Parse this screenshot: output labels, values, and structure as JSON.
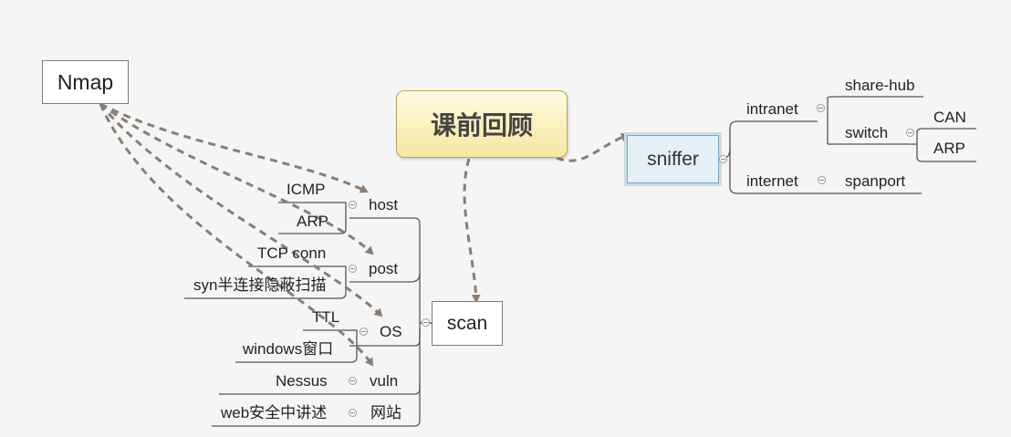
{
  "central_topic": "课前回顾",
  "floating_topic": "Nmap",
  "sniffer": {
    "label": "sniffer",
    "intranet": {
      "label": "intranet",
      "children": [
        "share-hub",
        "switch"
      ],
      "switch_children": [
        "CAN",
        "ARP"
      ]
    },
    "internet": {
      "label": "internet",
      "children": [
        "spanport"
      ]
    }
  },
  "scan": {
    "label": "scan",
    "host": {
      "label": "host",
      "children": [
        "ICMP",
        "ARP"
      ]
    },
    "post": {
      "label": "post",
      "children": [
        "TCP conn",
        "syn半连接隐蔽扫描"
      ]
    },
    "os": {
      "label": "OS",
      "children": [
        "TTL",
        "windows窗口"
      ]
    },
    "vuln": {
      "label": "vuln",
      "children": [
        "Nessus"
      ]
    },
    "site": {
      "label": "网站",
      "children": [
        "web安全中讲述"
      ]
    }
  },
  "colors": {
    "line": "#555555",
    "relationship": "#8a7d73",
    "central_fill": "#f7e7a2",
    "sniffer_fill": "#e4f0f5"
  }
}
